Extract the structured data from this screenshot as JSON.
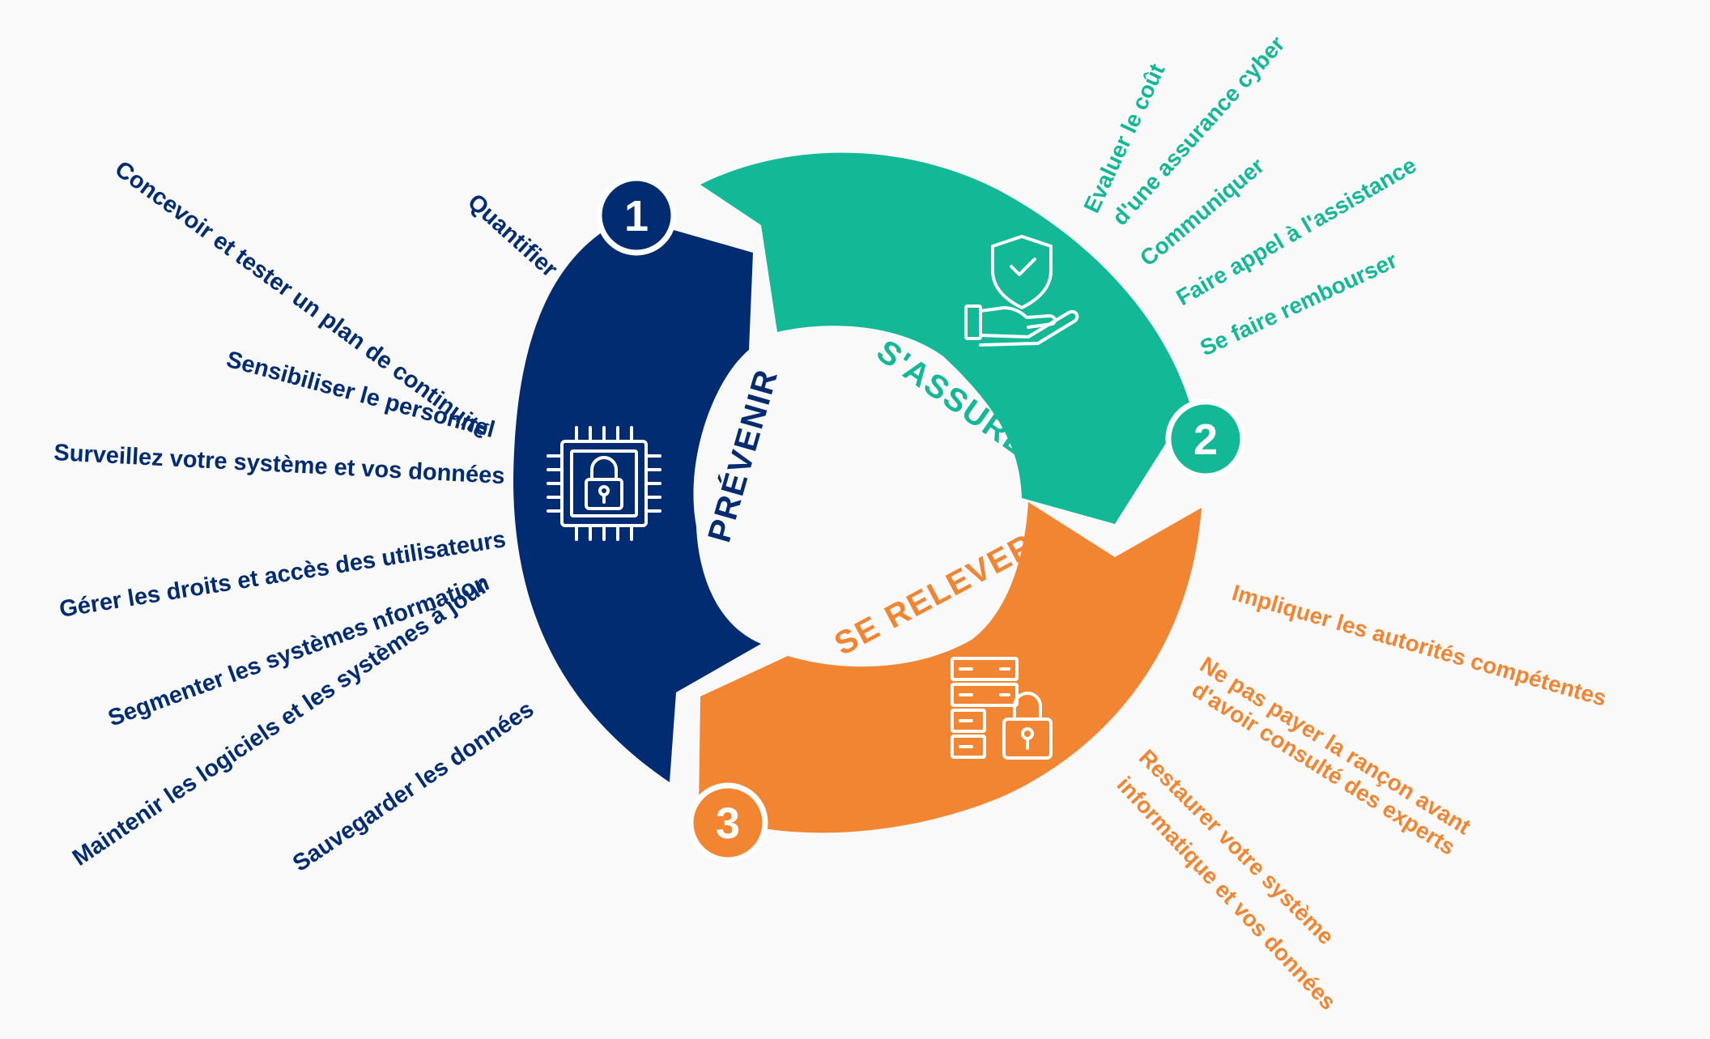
{
  "colors": {
    "prevent": "#022c72",
    "insure": "#13b896",
    "recover": "#f28532",
    "background": "#f9f9f9"
  },
  "phases": {
    "prevent": {
      "number": "1",
      "title": "PRÉVENIR",
      "icon": "chip-lock-icon"
    },
    "insure": {
      "number": "2",
      "title": "S'ASSURER",
      "icon": "shield-hand-icon"
    },
    "recover": {
      "number": "3",
      "title": "SE RELEVER",
      "icon": "server-lock-icon"
    }
  },
  "prevent_items": [
    "Quantifier",
    "Concevoir et tester un plan de continuité",
    "Sensibiliser le personnel",
    "Surveillez votre système et vos données",
    "Gérer les droits et accès des utilisateurs",
    "Segmenter les systèmes nformation",
    "Maintenir les logiciels et les systèmes à jour",
    "Sauvegarder les données"
  ],
  "insure_items": [
    {
      "line1": "Evaluer le coût",
      "line2": "d'une assurance cyber"
    },
    {
      "line1": "Communiquer"
    },
    {
      "line1": "Faire appel à l'assistance"
    },
    {
      "line1": "Se faire rembourser"
    }
  ],
  "recover_items": [
    {
      "line1": "Impliquer les autorités compétentes"
    },
    {
      "line1": "Ne pas payer la rançon avant",
      "line2": "d'avoir consulté des experts"
    },
    {
      "line1": "Restaurer votre système",
      "line2": "informatique et vos données"
    }
  ]
}
